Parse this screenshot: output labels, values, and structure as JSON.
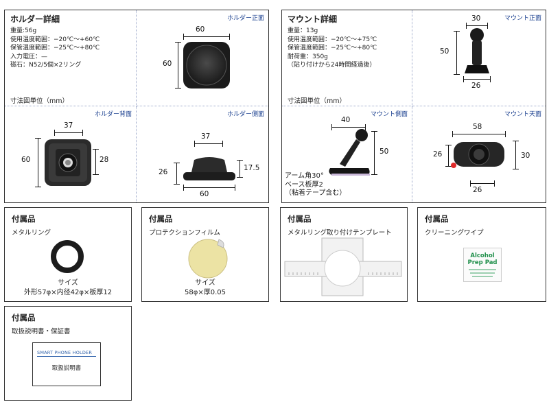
{
  "holder": {
    "title": "ホルダー詳細",
    "specs": [
      "重量:56g",
      "使用温度範囲：−20℃〜+60℃",
      "保管温度範囲：−25℃〜+80℃",
      "入力電圧：—",
      "磁石：N52/5個×2リング"
    ],
    "unit_note": "寸法図単位（mm）",
    "front": {
      "label": "ホルダー正面",
      "w": "60",
      "h": "60"
    },
    "back": {
      "label": "ホルダー背面",
      "w": "37",
      "h_left": "60",
      "h_right": "28"
    },
    "side": {
      "label": "ホルダー側面",
      "top": "37",
      "left": "26",
      "right": "17.5",
      "bottom": "60"
    }
  },
  "mount": {
    "title": "マウント詳細",
    "specs": [
      "重量：13g",
      "使用温度範囲：−20℃〜+75℃",
      "保管温度範囲：−25℃〜+80℃",
      "耐荷重：350g",
      "（貼り付けから24時間経過後）"
    ],
    "unit_note": "寸法図単位（mm）",
    "front": {
      "label": "マウント正面",
      "top": "30",
      "left": "50",
      "bottom": "26"
    },
    "side": {
      "label": "マウント側面",
      "top": "40",
      "right": "50",
      "notes": [
        "アーム角30°",
        "ベース板厚2",
        "（粘着テープ含む）"
      ]
    },
    "top_view": {
      "label": "マウント天面",
      "top": "58",
      "left": "26",
      "right": "30",
      "bottom": "26"
    }
  },
  "accessories": [
    {
      "title": "付属品",
      "name": "メタルリング",
      "caption": [
        "サイズ",
        "外形57φ×内径42φ×板厚12"
      ]
    },
    {
      "title": "付属品",
      "name": "プロテクションフィルム",
      "caption": [
        "サイズ",
        "58φ×厚0.05"
      ]
    },
    {
      "title": "付属品",
      "name": "メタルリング取り付けテンプレート",
      "caption": []
    },
    {
      "title": "付属品",
      "name": "クリーニングワイプ",
      "caption": [],
      "pad_text": [
        "Alcohol",
        "Prep Pad"
      ]
    },
    {
      "title": "付属品",
      "name": "取扱説明書・保証書",
      "manual_header": "SMART PHONE HOLDER",
      "manual_title": "取扱説明書"
    }
  ]
}
